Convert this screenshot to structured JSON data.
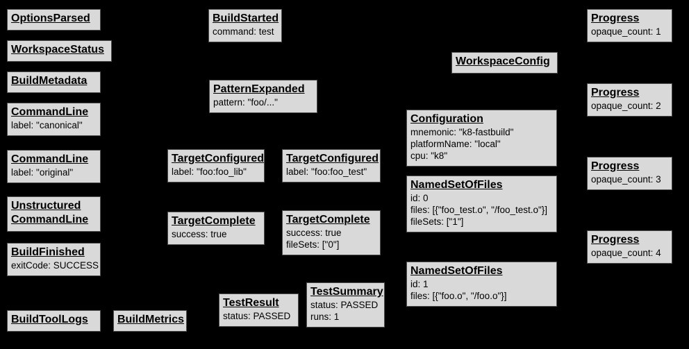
{
  "diagram": {
    "description_colors": {
      "background": "#000000",
      "node_fill": "#d9d9d9",
      "node_border": "#4f4f4f",
      "text": "#000000"
    },
    "nodes": [
      {
        "title": "OptionsParsed",
        "lines": []
      },
      {
        "title": "WorkspaceStatus",
        "lines": []
      },
      {
        "title": "BuildMetadata",
        "lines": []
      },
      {
        "title": "CommandLine",
        "lines": [
          "label: \"canonical\""
        ]
      },
      {
        "title": "CommandLine",
        "lines": [
          "label: \"original\""
        ]
      },
      {
        "title": "Unstructured",
        "title2": "CommandLine",
        "lines": []
      },
      {
        "title": "BuildFinished",
        "lines": [
          "exitCode: SUCCESS"
        ]
      },
      {
        "title": "BuildToolLogs",
        "lines": []
      },
      {
        "title": "BuildMetrics",
        "lines": []
      },
      {
        "title": "BuildStarted",
        "lines": [
          "command: test"
        ]
      },
      {
        "title": "PatternExpanded",
        "lines": [
          "pattern: \"foo/...\""
        ]
      },
      {
        "title": "TargetConfigured",
        "lines": [
          "label: \"foo:foo_lib\""
        ]
      },
      {
        "title": "TargetConfigured",
        "lines": [
          "label: \"foo:foo_test\""
        ]
      },
      {
        "title": "TargetComplete",
        "lines": [
          "success: true"
        ]
      },
      {
        "title": "TargetComplete",
        "lines": [
          "success: true",
          "fileSets: [\"0\"]"
        ]
      },
      {
        "title": "TestResult",
        "lines": [
          "status: PASSED"
        ]
      },
      {
        "title": "TestSummary",
        "lines": [
          "status: PASSED",
          "runs: 1"
        ]
      },
      {
        "title": "WorkspaceConfig",
        "lines": []
      },
      {
        "title": "Configuration",
        "lines": [
          "mnemonic: \"k8-fastbuild\"",
          "platformName: \"local\"",
          "cpu: \"k8\""
        ]
      },
      {
        "title": "NamedSetOfFiles",
        "lines": [
          "id: 0",
          "files: [{\"foo_test.o\", \"/foo_test.o\"}]",
          "fileSets: [\"1\"]"
        ]
      },
      {
        "title": "NamedSetOfFiles",
        "lines": [
          "id: 1",
          "files: [{\"foo.o\", \"/foo.o\"}]"
        ]
      },
      {
        "title": "Progress",
        "lines": [
          "opaque_count: 1"
        ]
      },
      {
        "title": "Progress",
        "lines": [
          "opaque_count: 2"
        ]
      },
      {
        "title": "Progress",
        "lines": [
          "opaque_count: 3"
        ]
      },
      {
        "title": "Progress",
        "lines": [
          "opaque_count: 4"
        ]
      }
    ]
  }
}
